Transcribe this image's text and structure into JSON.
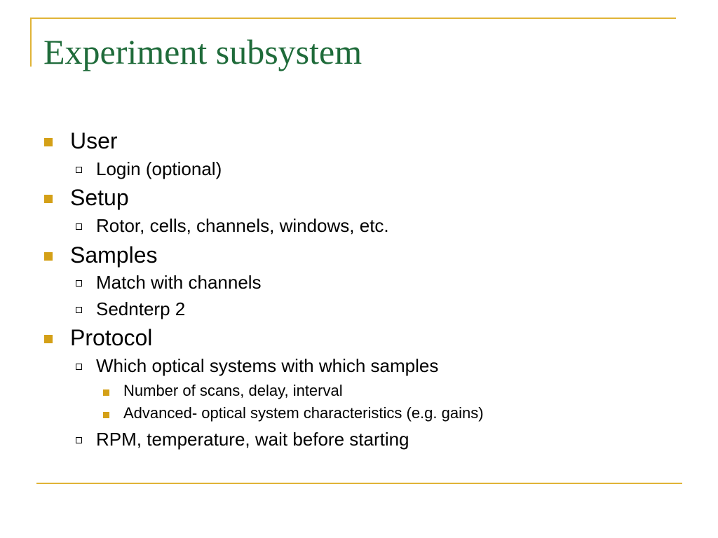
{
  "colors": {
    "title": "#1f6b3a",
    "rule": "#e0b437",
    "bullet_level1": "#d4a017",
    "bullet_level3": "#d4a017"
  },
  "slide": {
    "title": "Experiment subsystem",
    "items": [
      {
        "level": 1,
        "text": "User"
      },
      {
        "level": 2,
        "text": "Login (optional)"
      },
      {
        "level": 1,
        "text": "Setup"
      },
      {
        "level": 2,
        "text": "Rotor, cells, channels, windows, etc."
      },
      {
        "level": 1,
        "text": "Samples"
      },
      {
        "level": 2,
        "text": "Match with channels"
      },
      {
        "level": 2,
        "text": "Sednterp 2"
      },
      {
        "level": 1,
        "text": "Protocol"
      },
      {
        "level": 2,
        "text": "Which optical systems with which samples"
      },
      {
        "level": 3,
        "text": "Number of scans, delay, interval"
      },
      {
        "level": 3,
        "text": "Advanced- optical system characteristics (e.g. gains)"
      },
      {
        "level": 2,
        "text": "RPM, temperature, wait before starting"
      }
    ]
  }
}
